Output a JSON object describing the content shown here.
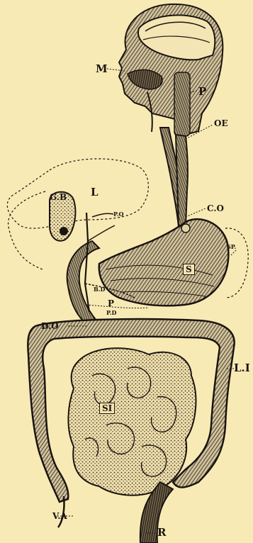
{
  "labels": {
    "mouth": "M",
    "pharynx": "P",
    "oesophagus": "OE",
    "liver": "L",
    "gall_bladder": "G.B",
    "portal_vein": "P.O",
    "cardiac_orifice": "C.O",
    "spleen": "SP.",
    "stomach": "S",
    "bile_duct": "B.D",
    "pancreas": "P",
    "pancreatic_duct": "P.D",
    "duodenum": "D.O",
    "large_intestine": "L.I",
    "small_intestine": "SI",
    "vermiform_appendix": "V.A",
    "rectum": "R"
  },
  "colors": {
    "paper": "#f8eab5",
    "ink": "#1a1410"
  }
}
